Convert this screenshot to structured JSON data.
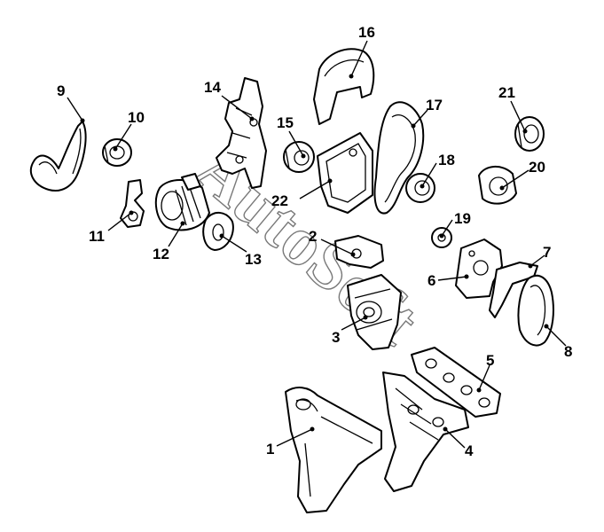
{
  "diagram": {
    "watermark": "AutoSoft",
    "callouts": [
      "1",
      "2",
      "3",
      "4",
      "5",
      "6",
      "7",
      "8",
      "9",
      "10",
      "11",
      "12",
      "13",
      "14",
      "15",
      "16",
      "17",
      "18",
      "19",
      "20",
      "21",
      "22"
    ]
  }
}
